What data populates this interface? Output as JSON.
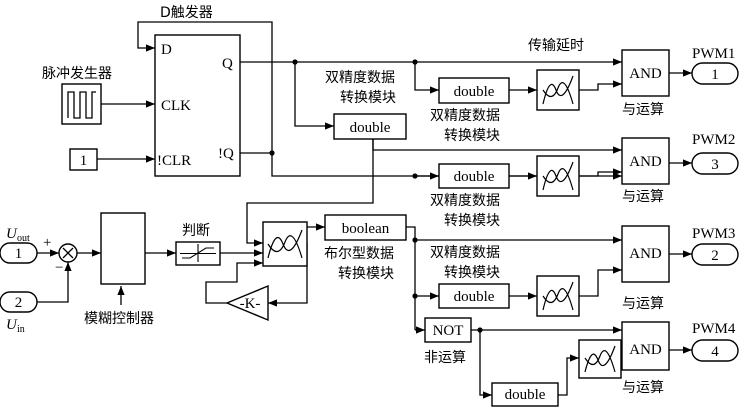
{
  "labels": {
    "d_flipflop": "D触发器",
    "pulse_generator": "脉冲发生器",
    "transmission_delay": "传输延时",
    "double_conv_top": "双精度数据\n转换模块",
    "double_conv_1": "双精度数据\n转换模块",
    "double_conv_2": "双精度数据\n转换模块",
    "double_conv_3": "双精度数据\n转换模块",
    "bool_conv": "布尔型数据\n转换模块",
    "judge": "判断",
    "fuzzy_controller": "模糊控制器",
    "and_op_1": "与运算",
    "and_op_2": "与运算",
    "and_op_3": "与运算",
    "and_op_4": "与运算",
    "not_op": "非运算"
  },
  "blocks": {
    "ff_d": "D",
    "ff_clk": "CLK",
    "ff_clr": "!CLR",
    "ff_q": "Q",
    "ff_qbar": "!Q",
    "const_one": "1",
    "double_top": "double",
    "double_1": "double",
    "double_2": "double",
    "double_3": "double",
    "double_4": "double",
    "boolean": "boolean",
    "not": "NOT",
    "gain": "-K-",
    "and_1": "AND",
    "and_2": "AND",
    "and_3": "AND",
    "and_4": "AND"
  },
  "ports": {
    "in1_num": "1",
    "in2_num": "2",
    "u_out_main": "U",
    "u_out_sub": "out",
    "u_in_main": "U",
    "u_in_sub": "in",
    "plus": "+",
    "minus": "−",
    "pwm1_label": "PWM1",
    "pwm1_num": "1",
    "pwm2_label": "PWM2",
    "pwm2_num": "3",
    "pwm3_label": "PWM3",
    "pwm3_num": "2",
    "pwm4_label": "PWM4",
    "pwm4_num": "4"
  }
}
